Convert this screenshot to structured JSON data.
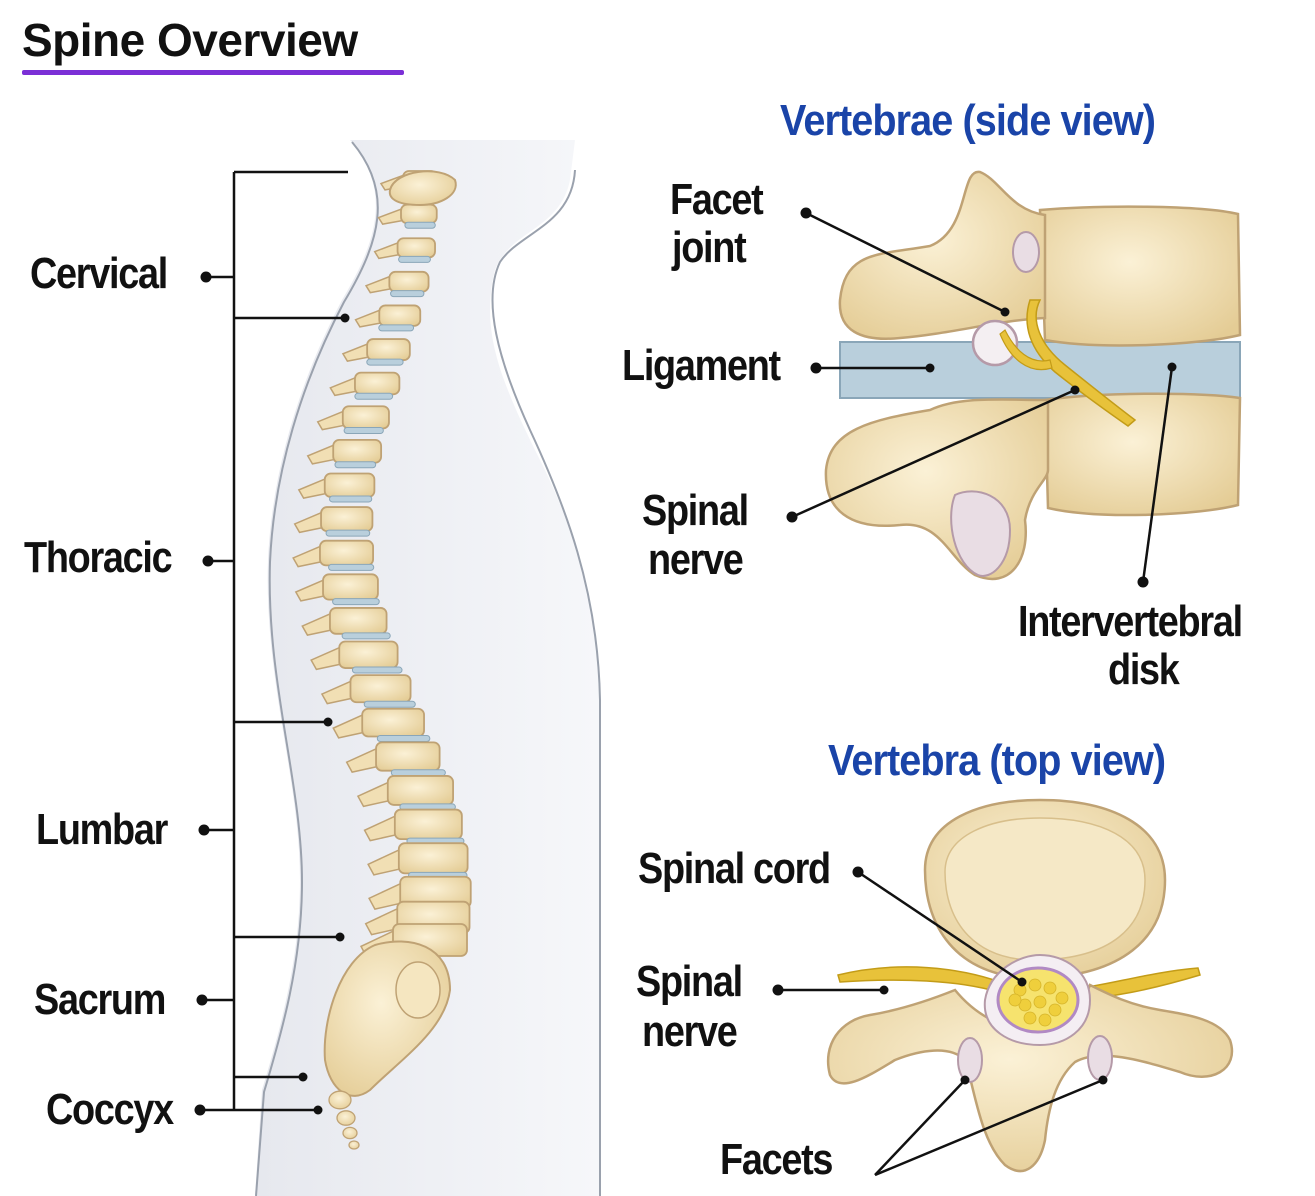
{
  "title": "Spine Overview",
  "colors": {
    "accent_rule": "#7b2fd6",
    "section_title": "#1a44a8",
    "bone": "#f1dfb4",
    "bone_stroke": "#bfa274",
    "disc": "#b9cfdc",
    "nerve": "#e8c23a",
    "cartilage": "#e9dde4",
    "body_silhouette": "#eef0f4",
    "leader_line": "#111111"
  },
  "spine_regions": [
    {
      "id": "cervical",
      "label": "Cervical"
    },
    {
      "id": "thoracic",
      "label": "Thoracic"
    },
    {
      "id": "lumbar",
      "label": "Lumbar"
    },
    {
      "id": "sacrum",
      "label": "Sacrum"
    },
    {
      "id": "coccyx",
      "label": "Coccyx"
    }
  ],
  "side_view": {
    "title": "Vertebrae (side view)",
    "labels": {
      "facet_joint": [
        "Facet",
        "joint"
      ],
      "ligament": "Ligament",
      "spinal_nerve": [
        "Spinal",
        "nerve"
      ],
      "intervertebral_disk": [
        "Intervertebral",
        "disk"
      ]
    }
  },
  "top_view": {
    "title": "Vertebra (top view)",
    "labels": {
      "spinal_cord": "Spinal cord",
      "spinal_nerve": [
        "Spinal",
        "nerve"
      ],
      "facets": "Facets"
    }
  }
}
